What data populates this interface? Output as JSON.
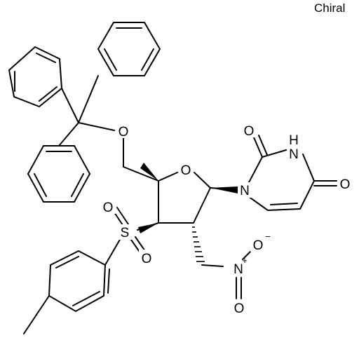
{
  "chiral_label": "Chiral",
  "atoms": {
    "o_ether": "O",
    "o_ring": "O",
    "n1": "N",
    "o_c2": "O",
    "nh_n": "N",
    "nh_h": "H",
    "o_c4": "O",
    "s": "S",
    "o_s1": "O",
    "o_s2": "O",
    "n_nitro": "N",
    "n_nitro_charge": "+",
    "o_nitro_top": "O",
    "o_nitro_top_charge": "−",
    "o_nitro_bottom": "O"
  }
}
